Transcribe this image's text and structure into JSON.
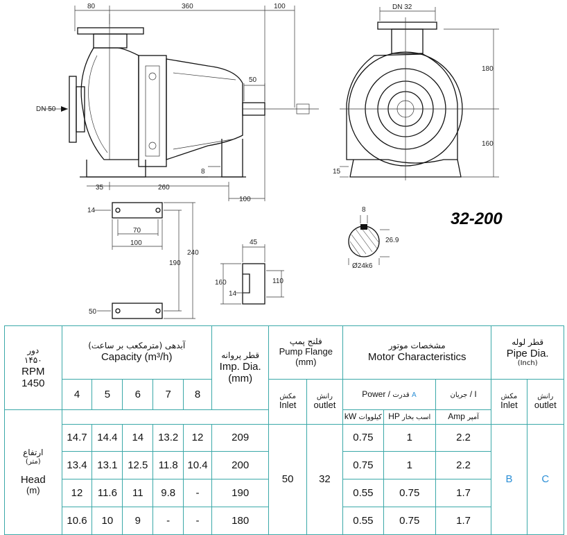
{
  "drawing": {
    "model": "32-200",
    "side_view": {
      "top_dims": [
        "80",
        "360",
        "100"
      ],
      "inlet_label": "DN 50",
      "shaft_dim": "50",
      "foot_dim": "8",
      "bottom_dims": [
        "35",
        "260",
        "100"
      ]
    },
    "front_view": {
      "outlet_label": "DN 32",
      "height_upper": "180",
      "height_lower": "160",
      "foot_dim": "15"
    },
    "foot_plan": {
      "hole_dim": "14",
      "spacing_inner": "70",
      "width": "100",
      "span_inner": "190",
      "span_outer": "240",
      "edge_dim": "50"
    },
    "foot_side": {
      "width": "45",
      "height_outer": "160",
      "height_inner": "110",
      "slot": "14"
    },
    "shaft_section": {
      "key": "8",
      "depth": "26.9",
      "diameter": "Ø24k6"
    }
  },
  "table": {
    "rpm_fa": "دور",
    "rpm_fa_value": "۱۴۵۰",
    "rpm_label": "RPM",
    "rpm_value": "1450",
    "capacity_fa": "آبدهی (مترمکعب بر ساعت)",
    "capacity_en": "Capacity (m³/h)",
    "capacity_values": [
      "4",
      "5",
      "6",
      "7",
      "8"
    ],
    "imp_fa": "قطر پروانه",
    "imp_en": "Imp. Dia.",
    "imp_unit": "(mm)",
    "flange_fa": "فلنج پمپ",
    "flange_en": "Pump Flange",
    "flange_unit": "(mm)",
    "flange_inlet_fa": "مکش",
    "flange_inlet_en": "Inlet",
    "flange_outlet_fa": "رانش",
    "flange_outlet_en": "outlet",
    "motor_fa": "مشخصات موتور",
    "motor_en": "Motor Characteristics",
    "power_en": "Power",
    "power_sep": "/",
    "power_fa": "قدرت",
    "power_letter": "A",
    "current_fa": "جریان",
    "current_sep": "/",
    "current_en": "I",
    "kw_en": "kW",
    "kw_fa": "کیلووات",
    "hp_en": "HP",
    "hp_fa": "اسب بخار",
    "amp_en": "Amp",
    "amp_fa": "آمپر",
    "pipe_fa": "قطر لوله",
    "pipe_en": "Pipe Dia.",
    "pipe_unit": "(Inch)",
    "pipe_inlet_fa": "مکش",
    "pipe_inlet_en": "Inlet",
    "pipe_outlet_fa": "رانش",
    "pipe_outlet_en": "outlet",
    "head_fa": "ارتفاع",
    "head_fa_unit": "(متر)",
    "head_en": "Head",
    "head_unit": "(m)",
    "rows": [
      {
        "heads": [
          "14.7",
          "14.4",
          "14",
          "13.2",
          "12"
        ],
        "imp": "209",
        "kw": "0.75",
        "hp": "1",
        "amp": "2.2"
      },
      {
        "heads": [
          "13.4",
          "13.1",
          "12.5",
          "11.8",
          "10.4"
        ],
        "imp": "200",
        "kw": "0.75",
        "hp": "1",
        "amp": "2.2"
      },
      {
        "heads": [
          "12",
          "11.6",
          "11",
          "9.8",
          "-"
        ],
        "imp": "190",
        "kw": "0.55",
        "hp": "0.75",
        "amp": "1.7"
      },
      {
        "heads": [
          "10.6",
          "10",
          "9",
          "-",
          "-"
        ],
        "imp": "180",
        "kw": "0.55",
        "hp": "0.75",
        "amp": "1.7"
      }
    ],
    "flange_inlet": "50",
    "flange_outlet": "32",
    "pipe_inlet_letter": "B",
    "pipe_outlet_letter": "C"
  }
}
